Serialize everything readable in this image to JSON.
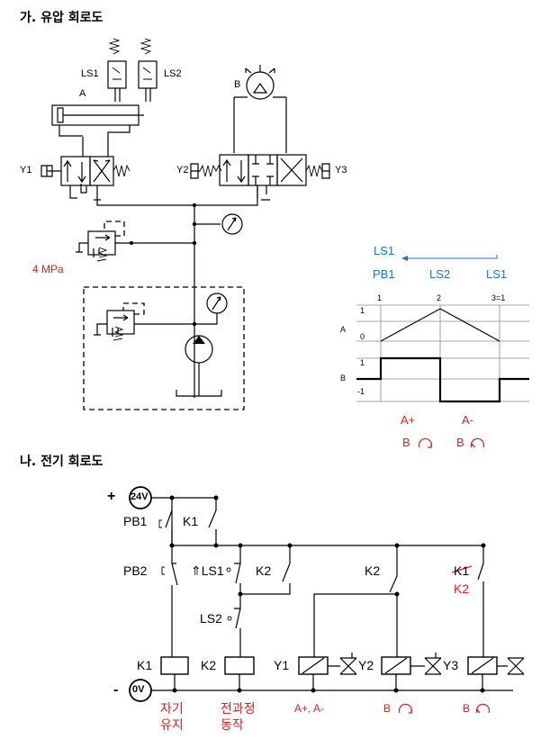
{
  "headings": {
    "hydraulic": "가. 유압 회로도",
    "electric": "나. 전기 회로도"
  },
  "hydraulic": {
    "cylinder": "A",
    "motor": "B",
    "limit_switches": [
      "LS1",
      "LS2"
    ],
    "solenoids": [
      "Y1",
      "Y2",
      "Y3"
    ],
    "pressure": "4 MPa"
  },
  "timing": {
    "top_labels": [
      "LS1",
      "PB1",
      "LS2",
      "LS1"
    ],
    "steps": [
      "1",
      "2",
      "3=1"
    ],
    "rows": [
      "A",
      "B"
    ],
    "a_levels": [
      "1",
      "0"
    ],
    "b_levels": [
      "1",
      "-1"
    ],
    "phase_a": [
      "A+",
      "A-"
    ],
    "phase_b": [
      "B",
      "B"
    ]
  },
  "electric": {
    "supply": "24V",
    "ground": "0V",
    "plus": "+",
    "minus": "-",
    "pb1": "PB1",
    "pb2": "PB2",
    "k1": "K1",
    "k2": "K2",
    "ls1": "LS1",
    "ls2": "LS2",
    "k2_a": "K2",
    "k2_b": "K2",
    "k1_struck": "K1",
    "k2_sub": "K2",
    "coil_k1": "K1",
    "coil_k2": "K2",
    "y1": "Y1",
    "y2": "Y2",
    "y3": "Y3",
    "notes": {
      "hold_1": "자기",
      "hold_2": "유지",
      "trans_1": "전과정",
      "trans_2": "동작",
      "ab": "A+, A-",
      "b1": "B",
      "b2": "B"
    }
  }
}
